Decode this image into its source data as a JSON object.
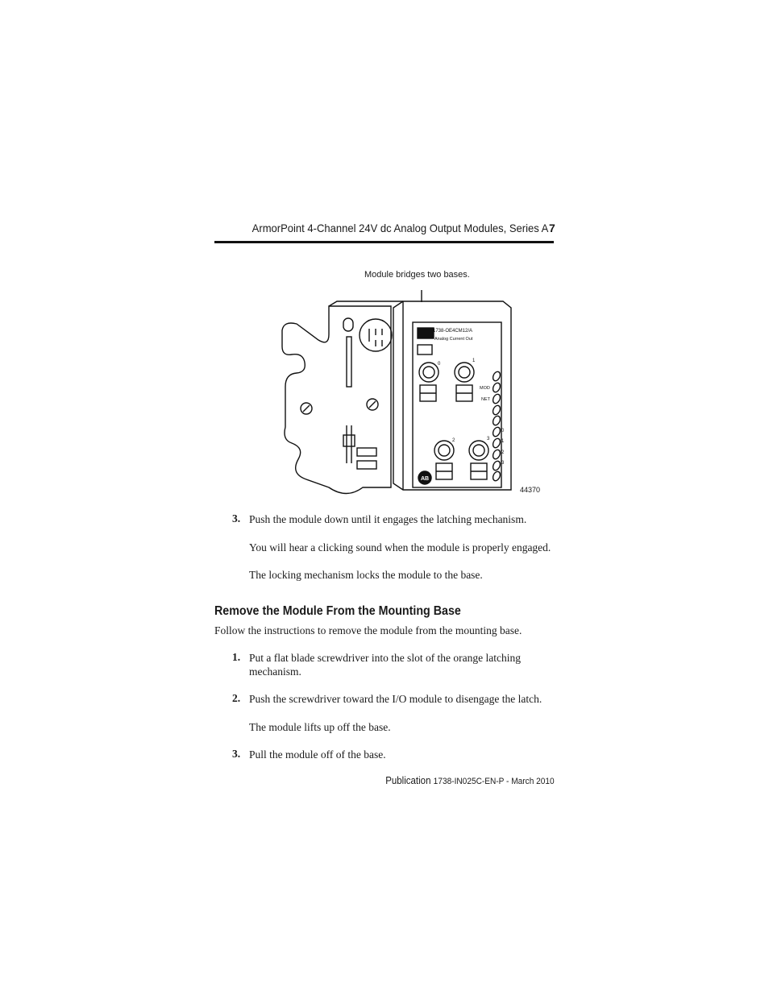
{
  "header": {
    "running_title": "ArmorPoint 4-Channel 24V dc Analog Output Modules, Series A",
    "page_number": "7"
  },
  "figure": {
    "callout": "Module bridges two bases.",
    "module_label_line1": "1738-OE4CM12/A",
    "module_label_line2": "Analog Current Out",
    "port_labels": [
      "0",
      "1",
      "2",
      "3"
    ],
    "led_labels": [
      "MOD",
      "NET"
    ],
    "channel_labels": [
      "0",
      "1",
      "2",
      "3"
    ],
    "logo_text": "AB",
    "figure_number": "44370"
  },
  "steps_install": [
    {
      "number": "3.",
      "text": "Push the module down until it engages the latching mechanism.",
      "notes": [
        "You will hear a clicking sound when the module is properly engaged.",
        "The locking mechanism locks the module to the base."
      ]
    }
  ],
  "section": {
    "title": "Remove the Module From the Mounting Base",
    "intro": "Follow the instructions to remove the module from the mounting base."
  },
  "steps_remove": [
    {
      "number": "1.",
      "text_line1": "Put a flat blade screwdriver into the slot of the orange latching",
      "text_line2": "mechanism."
    },
    {
      "number": "2.",
      "text": "Push the screwdriver toward the I/O module to disengage the latch.",
      "note": "The module lifts up off the base."
    },
    {
      "number": "3.",
      "text": "Pull the module off of the base."
    }
  ],
  "footer": {
    "label": "Publication",
    "publication": "1738-IN025C-EN-P - March 2010"
  }
}
